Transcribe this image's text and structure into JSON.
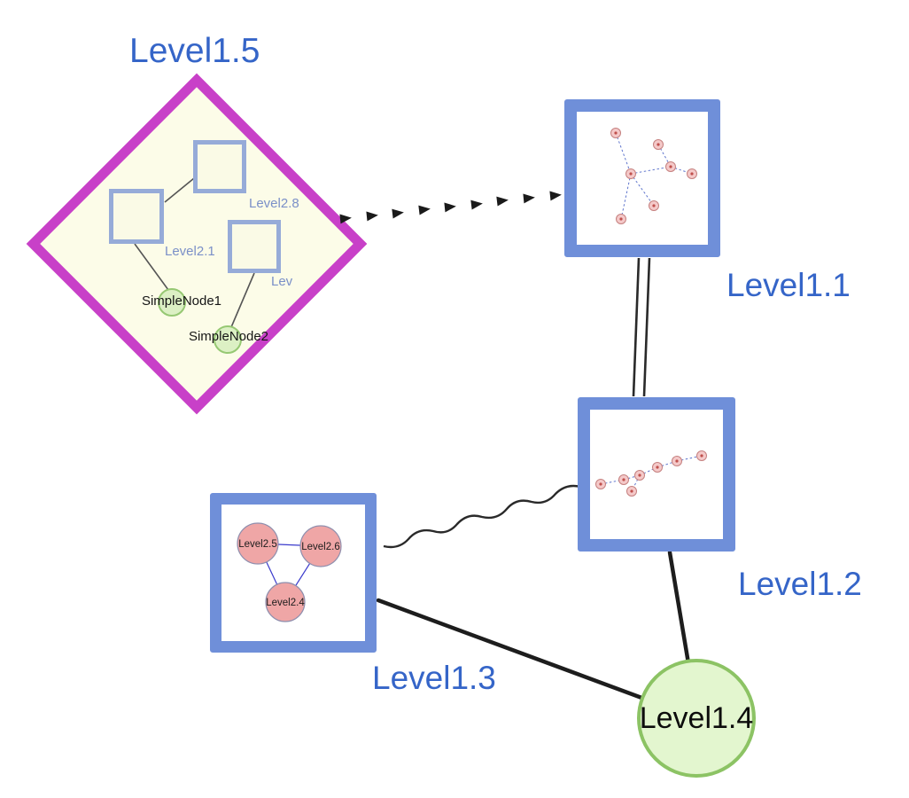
{
  "diagram": {
    "labels": {
      "level15": "Level1.5",
      "level11": "Level1.1",
      "level12": "Level1.2",
      "level13": "Level1.3",
      "level14": "Level1.4"
    },
    "level15_inner": {
      "square_top_label": "Level2.8",
      "square_left_label": "Level2.1",
      "square_right_label": "Lev",
      "simple_node1": "SimpleNode1",
      "simple_node2": "SimpleNode2"
    },
    "level13_inner": {
      "node_a": "Level2.5",
      "node_b": "Level2.6",
      "node_c": "Level2.4"
    },
    "edges": [
      {
        "from": "Level1.5",
        "to": "Level1.1",
        "style": "bold-dashed-arrow"
      },
      {
        "from": "Level1.1",
        "to": "Level1.2",
        "style": "double-line"
      },
      {
        "from": "Level1.3",
        "to": "Level1.2",
        "style": "wavy"
      },
      {
        "from": "Level1.3",
        "to": "Level1.4",
        "style": "solid"
      },
      {
        "from": "Level1.2",
        "to": "Level1.4",
        "style": "solid"
      },
      {
        "from": "Level2.8",
        "to": "Level2.1",
        "style": "thin"
      },
      {
        "from": "Level2.1",
        "to": "SimpleNode1",
        "style": "thin"
      },
      {
        "from": "Lev",
        "to": "SimpleNode2",
        "style": "thin"
      },
      {
        "from": "Level2.5",
        "to": "Level2.6",
        "style": "thin-blue"
      },
      {
        "from": "Level2.5",
        "to": "Level2.4",
        "style": "thin-blue"
      },
      {
        "from": "Level2.6",
        "to": "Level2.4",
        "style": "thin-blue"
      }
    ],
    "colors": {
      "node_label_blue": "#3565c8",
      "box_border_blue": "#6f8fd9",
      "diamond_border_magenta": "#c840c8",
      "diamond_fill": "#fcfce8",
      "inner_square_border": "#96abd8",
      "green_node_fill": "#dcf0c4",
      "green_node_border": "#96c873",
      "big_circle_fill": "#e3f6cf",
      "big_circle_border": "#8cc364",
      "pink_node_fill": "#efa6a6",
      "edge_black": "#1d1d1d",
      "subgraph_edge_blue": "#5e74cc"
    }
  }
}
